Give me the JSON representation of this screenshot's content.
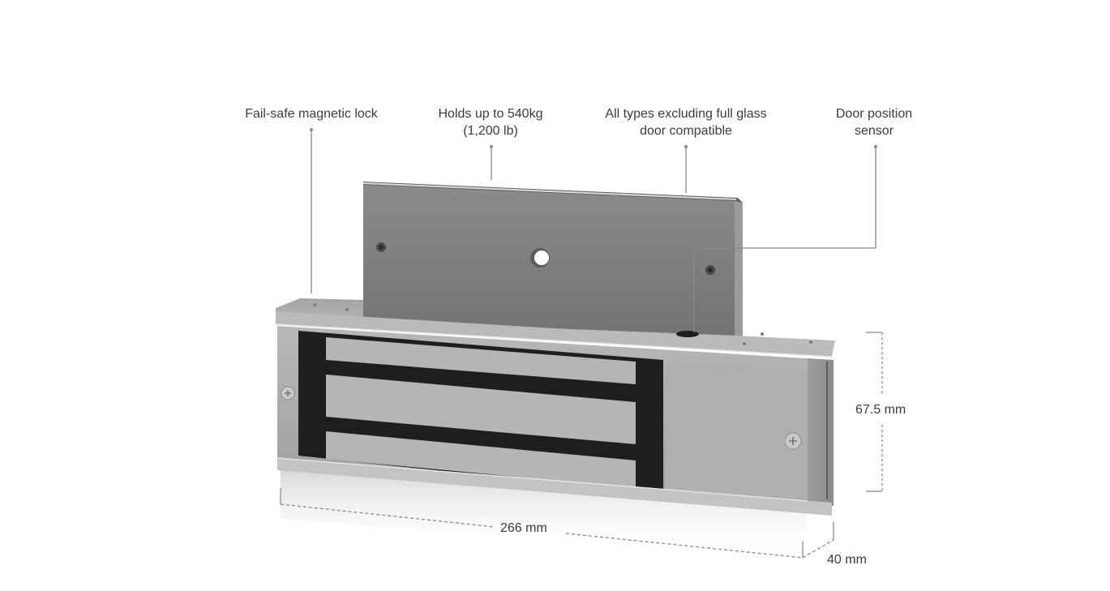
{
  "callouts": [
    {
      "id": "fail-safe",
      "lines": [
        "Fail-safe magnetic lock"
      ]
    },
    {
      "id": "holding-force",
      "lines": [
        "Holds up to 540kg",
        "(1,200 lb)"
      ]
    },
    {
      "id": "door-compat",
      "lines": [
        "All types excluding full glass",
        "door compatible"
      ]
    },
    {
      "id": "door-sensor",
      "lines": [
        "Door position",
        "sensor"
      ]
    }
  ],
  "dimensions": {
    "height": "67.5 mm",
    "width": "266 mm",
    "depth": "40 mm"
  },
  "colors": {
    "background": "#ffffff",
    "text": "#3c3c3c",
    "leader_line": "#8a8a8a",
    "armature_plate": "#7d7e80",
    "housing": "#a9aaac",
    "magnet_core": "#1e1e1e",
    "magnet_face": "#b4b5b7"
  }
}
